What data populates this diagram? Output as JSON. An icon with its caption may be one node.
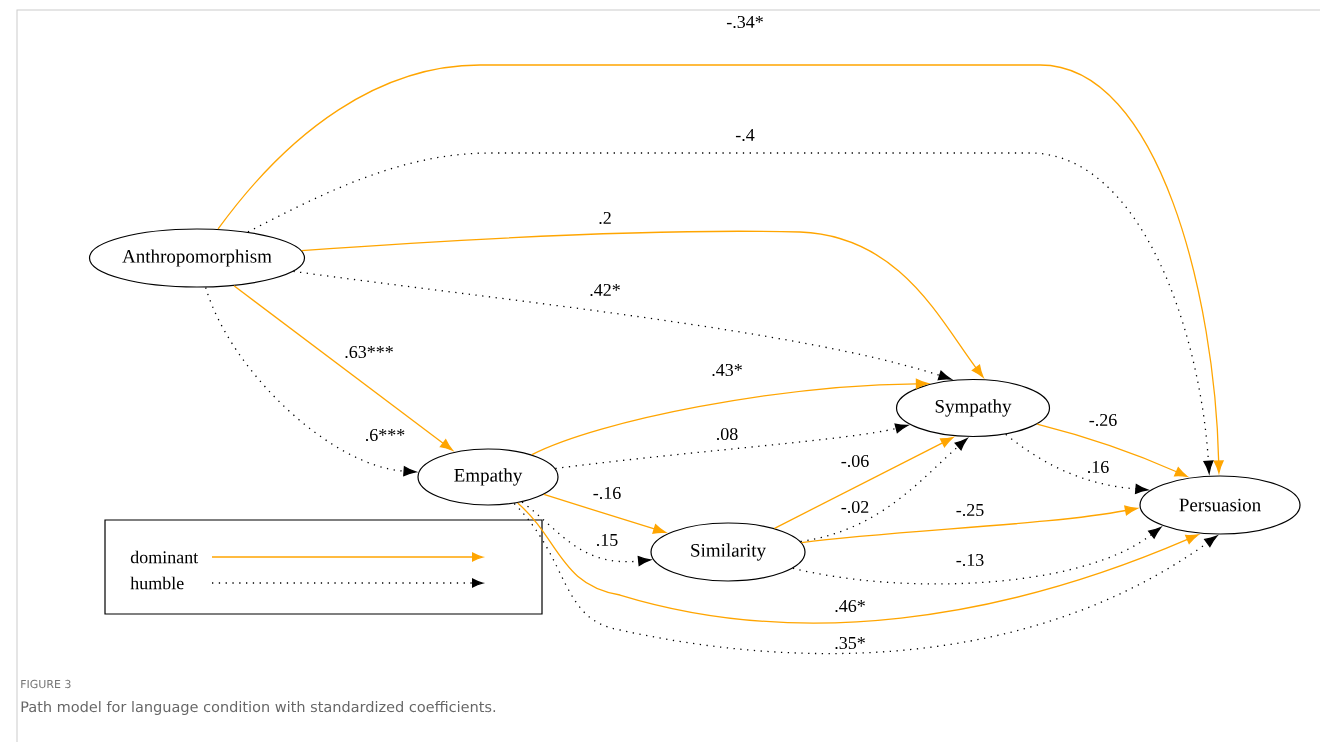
{
  "diagram": {
    "caption": "Path model for language condition with standardized coefficients.",
    "nodes": [
      {
        "text": [
          "Anthropomorphism"
        ]
      },
      {
        "text": [
          "Sympathy"
        ]
      },
      {
        "text": [
          "Empathy"
        ]
      },
      {
        "text": [
          "Persuasion"
        ]
      },
      {
        "text": [
          "Similarity"
        ]
      }
    ],
    "edges": [
      {
        "from": 0,
        "to": 3,
        "arrow": "to",
        "label": "-.34*",
        "color": "#ffa500"
      },
      {
        "from": 0,
        "to": 3,
        "arrow": "to",
        "label": "-.4",
        "style": "dashed",
        "color": "#000000"
      },
      {
        "from": 0,
        "to": 1,
        "arrow": "to",
        "label": ".2",
        "color": "#ffa500"
      },
      {
        "from": 0,
        "to": 1,
        "arrow": "to",
        "label": ".42*",
        "style": "dashed",
        "color": "#000000"
      },
      {
        "from": 0,
        "to": 2,
        "arrow": "to",
        "label": ".63***",
        "color": "#ffa500"
      },
      {
        "from": 0,
        "to": 2,
        "arrow": "to",
        "label": ".6***",
        "style": "dashed",
        "color": "#000000"
      },
      {
        "from": 2,
        "to": 1,
        "arrow": "to",
        "label": ".43*",
        "color": "#ffa500"
      },
      {
        "from": 2,
        "to": 1,
        "arrow": "to",
        "label": ".08",
        "style": "dashed",
        "color": "#000000"
      },
      {
        "from": 2,
        "to": 4,
        "arrow": "to",
        "label": "-.16",
        "color": "#ffa500"
      },
      {
        "from": 2,
        "to": 4,
        "arrow": "to",
        "label": ".15",
        "style": "dashed",
        "color": "#000000"
      },
      {
        "from": 4,
        "to": 1,
        "arrow": "to",
        "label": "-.06",
        "color": "#ffa500"
      },
      {
        "from": 4,
        "to": 1,
        "arrow": "to",
        "label": "-.02",
        "style": "dashed",
        "color": "#000000"
      },
      {
        "from": 1,
        "to": 3,
        "arrow": "to",
        "label": "-.26",
        "color": "#ffa500"
      },
      {
        "from": 1,
        "to": 3,
        "arrow": "to",
        "label": ".16",
        "style": "dashed",
        "color": "#000000"
      },
      {
        "from": 4,
        "to": 3,
        "arrow": "to",
        "label": "-.25",
        "color": "#ffa500"
      },
      {
        "from": 4,
        "to": 3,
        "arrow": "to",
        "label": "-.13",
        "style": "dashed",
        "color": "#000000"
      },
      {
        "from": 2,
        "to": 3,
        "arrow": "to",
        "label": ".46*",
        "color": "#ffa500"
      },
      {
        "from": 2,
        "to": 3,
        "arrow": "to",
        "label": ".35*",
        "style": "dashed",
        "color": "#000000"
      }
    ],
    "labels": [
      "FIGURE 3"
    ],
    "legend": [
      {
        "text": "dominant"
      },
      {
        "text": "humble"
      }
    ]
  }
}
